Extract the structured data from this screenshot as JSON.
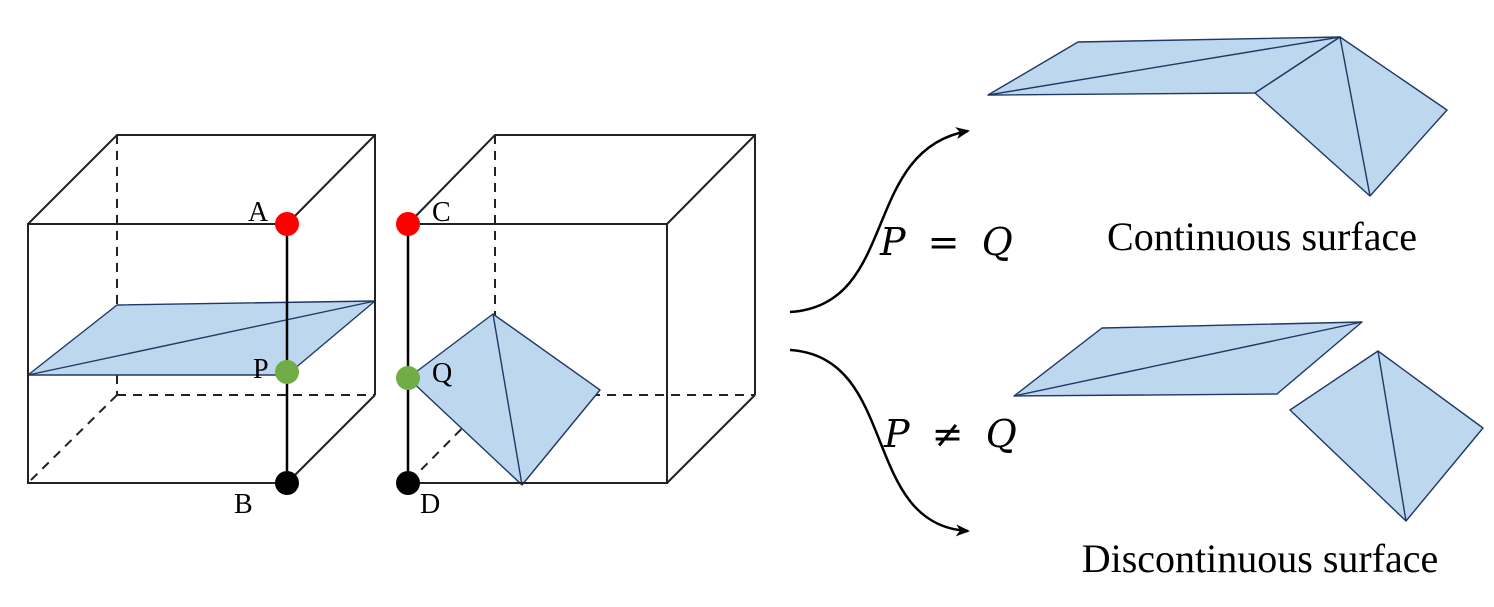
{
  "point_labels": {
    "a": "A",
    "b": "B",
    "c": "C",
    "d": "D",
    "p": "P",
    "q": "Q"
  },
  "conditions": {
    "equal": {
      "lhs": "P",
      "op": "=",
      "rhs": "Q"
    },
    "not_equal": {
      "lhs": "P",
      "op": "≠",
      "rhs": "Q"
    }
  },
  "captions": {
    "continuous": "Continuous surface",
    "discontinuous": "Discontinuous surface"
  },
  "colors": {
    "surface_fill": "#bdd7ee",
    "surface_stroke": "#1f3864",
    "top_point": "#ff0000",
    "mid_point": "#70ad47",
    "bottom_point": "#000000"
  }
}
